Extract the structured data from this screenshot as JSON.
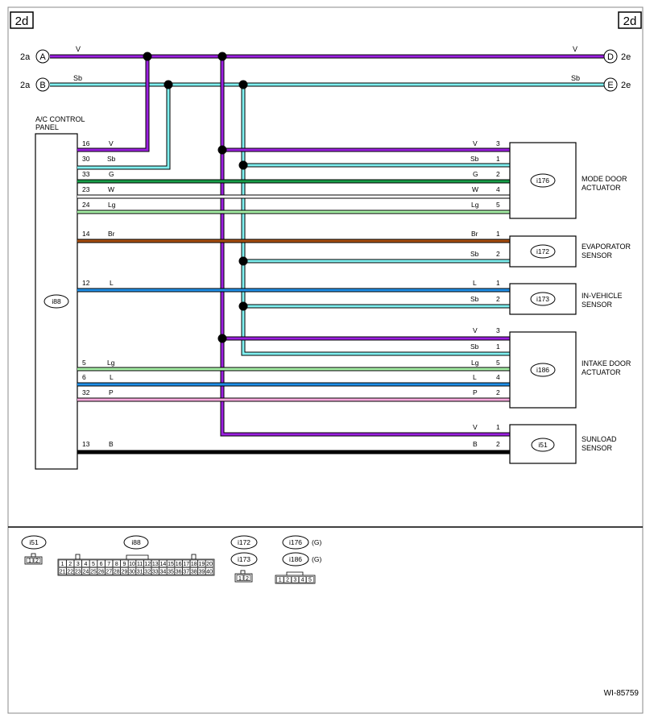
{
  "page_tag": "2d",
  "footer_code": "WI-85759",
  "colors": {
    "V": "#9b1fe0",
    "Sb": "#7ff0f0",
    "G": "#179d48",
    "W": "#ffffff",
    "Lg": "#a6f0a6",
    "Br": "#a84e10",
    "L": "#1f8fe8",
    "P": "#f7a8dc",
    "B": "#000000"
  },
  "buses": [
    {
      "from_ref": "2a",
      "letter": "A",
      "to_letter": "D",
      "to_ref": "2e",
      "color": "V",
      "label_left": "V",
      "label_right": "V"
    },
    {
      "from_ref": "2a",
      "letter": "B",
      "to_letter": "E",
      "to_ref": "2e",
      "color": "Sb",
      "label_left": "Sb",
      "label_right": "Sb"
    }
  ],
  "control_panel": {
    "title_line1": "A/C CONTROL",
    "title_line2": "PANEL",
    "connector": "i88"
  },
  "wires": [
    {
      "pin": "16",
      "color": "V"
    },
    {
      "pin": "30",
      "color": "Sb"
    },
    {
      "pin": "33",
      "color": "G",
      "dest_pin": "2"
    },
    {
      "pin": "23",
      "color": "W",
      "dest_pin": "4"
    },
    {
      "pin": "24",
      "color": "Lg",
      "dest_pin": "5"
    },
    {
      "pin": "14",
      "color": "Br",
      "dest_pin": "1"
    },
    {
      "pin": "12",
      "color": "L",
      "dest_pin": "1"
    },
    {
      "pin": "5",
      "color": "Lg",
      "dest_pin": "5"
    },
    {
      "pin": "6",
      "color": "L",
      "dest_pin": "4"
    },
    {
      "pin": "32",
      "color": "P",
      "dest_pin": "2"
    },
    {
      "pin": "13",
      "color": "B",
      "dest_pin": "2"
    }
  ],
  "branch_wires": [
    {
      "color": "V",
      "dest_pin": "3"
    },
    {
      "color": "Sb",
      "dest_pin": "1"
    },
    {
      "color": "Sb",
      "dest_pin": "2"
    },
    {
      "color": "Sb",
      "dest_pin": "2"
    },
    {
      "color": "V",
      "dest_pin": "3"
    },
    {
      "color": "Sb",
      "dest_pin": "1"
    },
    {
      "color": "V",
      "dest_pin": "1"
    }
  ],
  "components": [
    {
      "connector": "i176",
      "line1": "MODE DOOR",
      "line2": "ACTUATOR"
    },
    {
      "connector": "i172",
      "line1": "EVAPORATOR",
      "line2": "SENSOR"
    },
    {
      "connector": "i173",
      "line1": "IN-VEHICLE",
      "line2": "SENSOR"
    },
    {
      "connector": "i186",
      "line1": "INTAKE DOOR",
      "line2": "ACTUATOR"
    },
    {
      "connector": "i51",
      "line1": "SUNLOAD",
      "line2": "SENSOR"
    }
  ],
  "legend": {
    "i51": {
      "label": "i51",
      "pins": [
        "1",
        "2"
      ]
    },
    "i88": {
      "label": "i88",
      "row1": [
        "1",
        "2",
        "3",
        "4",
        "5",
        "6",
        "7",
        "8",
        "9",
        "10",
        "11",
        "12",
        "13",
        "14",
        "15",
        "16",
        "17",
        "18",
        "19",
        "20"
      ],
      "row2": [
        "21",
        "22",
        "23",
        "24",
        "25",
        "26",
        "27",
        "28",
        "29",
        "30",
        "31",
        "32",
        "33",
        "34",
        "35",
        "36",
        "37",
        "38",
        "39",
        "40"
      ]
    },
    "i172": {
      "label": "i172"
    },
    "i173": {
      "label": "i173",
      "pins": [
        "1",
        "2"
      ]
    },
    "i176": {
      "label": "i176",
      "suffix": "(G)"
    },
    "i186": {
      "label": "i186",
      "suffix": "(G)",
      "pins": [
        "1",
        "2",
        "3",
        "4",
        "5"
      ]
    }
  }
}
